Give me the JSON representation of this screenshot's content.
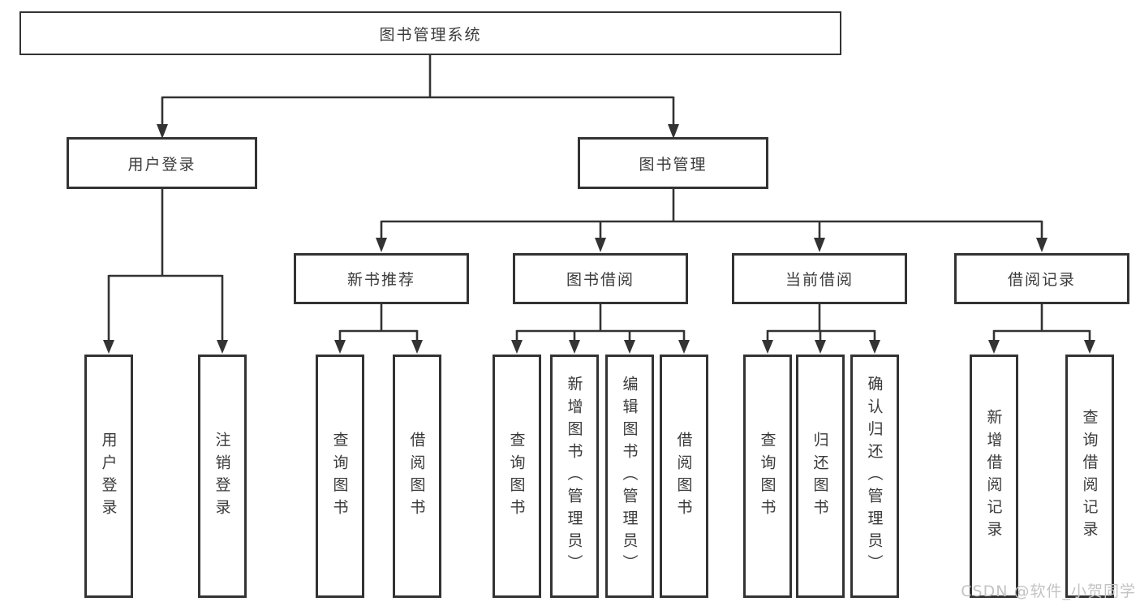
{
  "nodes": {
    "root": "图书管理系统",
    "level2": [
      "用户登录",
      "图书管理"
    ],
    "level3": [
      "新书推荐",
      "图书借阅",
      "当前借阅",
      "借阅记录"
    ],
    "login_children": [
      "用户登录",
      "注销登录"
    ],
    "newbook_children": [
      "查询图书",
      "借阅图书"
    ],
    "borrow_children": [
      "查询图书",
      "新增图书（管理员）",
      "编辑图书（管理员）",
      "借阅图书"
    ],
    "current_children": [
      "查询图书",
      "归还图书",
      "确认归还（管理员）"
    ],
    "records_children": [
      "新增借阅记录",
      "查询借阅记录"
    ]
  },
  "watermark": "CSDN @软件_小贺同学",
  "colors": {
    "line": "#333333",
    "box_border": "#333333",
    "text": "#3a3a3a",
    "watermark": "#c3c3c3",
    "background": "#ffffff"
  }
}
